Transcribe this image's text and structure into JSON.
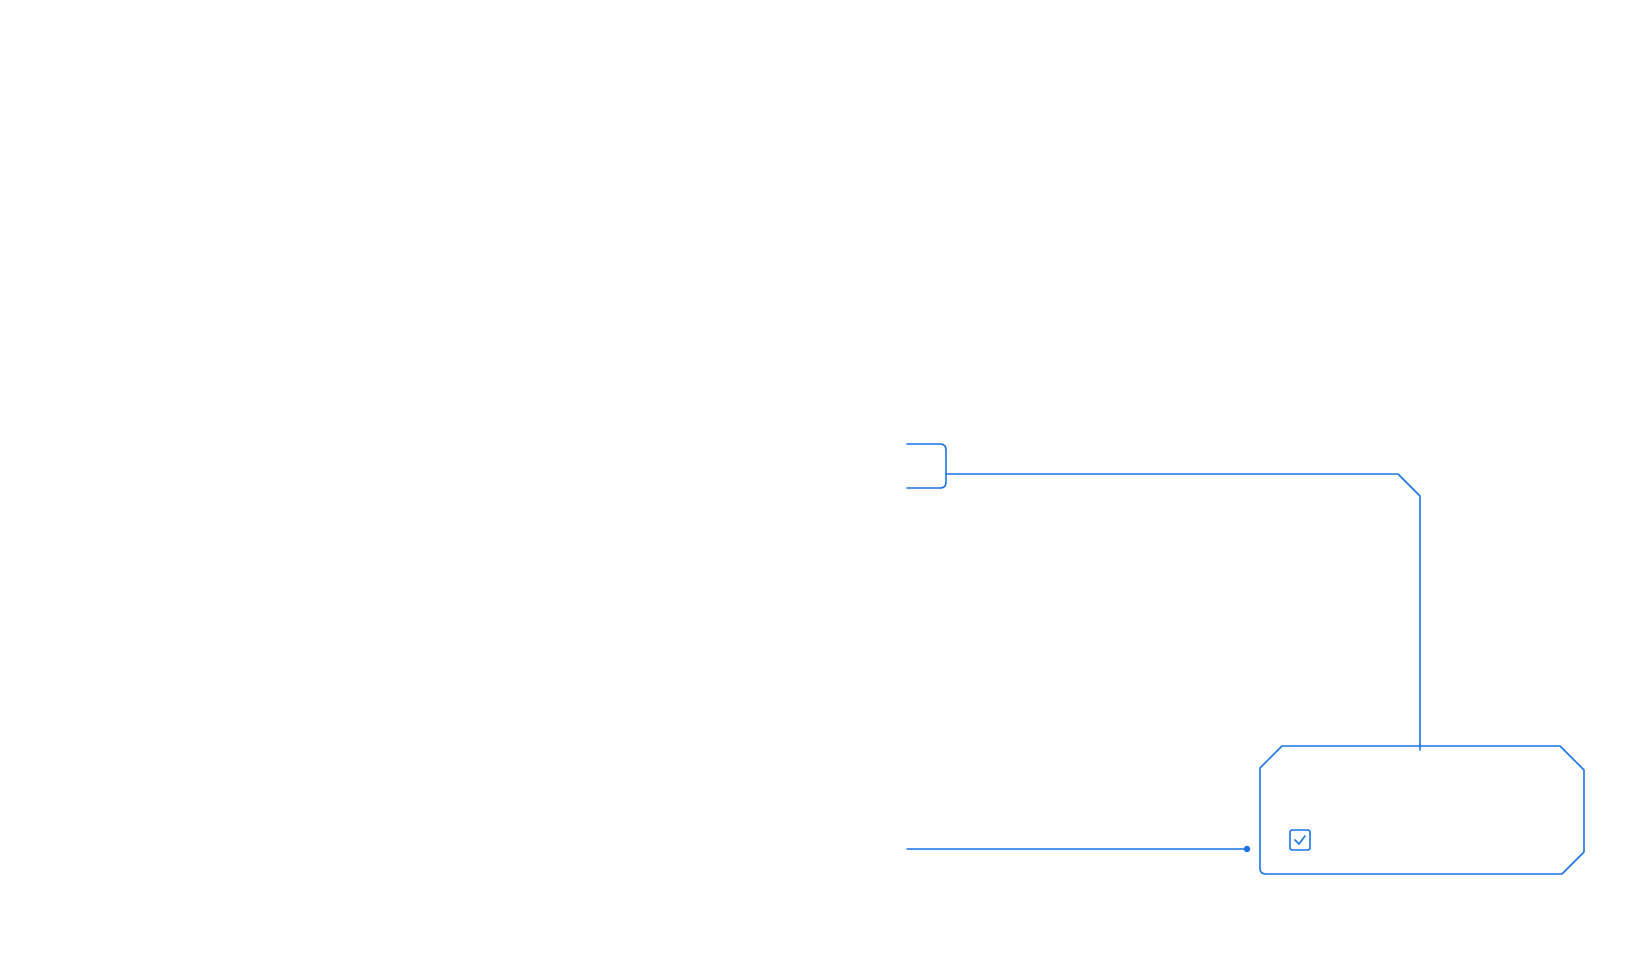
{
  "colors": {
    "accent": "#1a73e8",
    "background": "#ffffff"
  },
  "diagram": {
    "top_node": {
      "icon": "rounded-corner-node"
    },
    "card": {
      "checkbox": {
        "checked": true,
        "icon": "checkbox-checked-icon"
      }
    },
    "connectors": [
      {
        "from": "top_node",
        "to": "card"
      },
      {
        "from": "left_edge",
        "to": "card"
      }
    ]
  }
}
